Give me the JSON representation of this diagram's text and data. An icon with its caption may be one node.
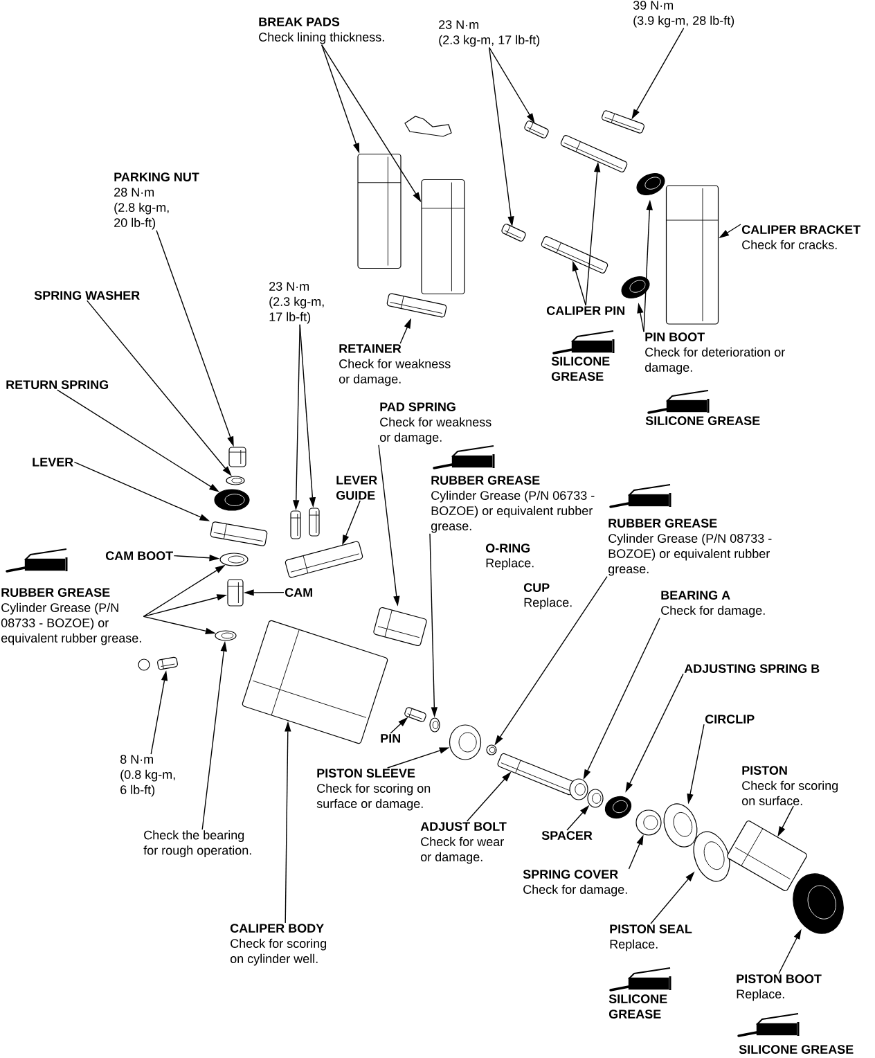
{
  "diagram": {
    "nodes": [
      {
        "text": [
          "BREAK PADS",
          "Check lining thickness."
        ]
      },
      {
        "text": [
          "23 N·m",
          "(2.3 kg-m, 17 lb-ft)"
        ]
      },
      {
        "text": [
          "39 N·m",
          "(3.9 kg-m, 28 lb-ft)"
        ]
      },
      {
        "text": [
          "CALIPER BRACKET",
          "Check for cracks."
        ]
      },
      {
        "text": [
          "CALIPER PIN"
        ]
      },
      {
        "text": [
          "PIN BOOT",
          "Check for deterioration or damage."
        ]
      },
      {
        "text": [
          "PARKING NUT",
          "28 N·m",
          "(2.8 kg-m, 20 lb-ft)"
        ]
      },
      {
        "text": [
          "SPRING WASHER"
        ]
      },
      {
        "text": [
          "RETURN SPRING"
        ]
      },
      {
        "text": [
          "LEVER"
        ]
      },
      {
        "text": [
          "23 N·m",
          "(2.3 kg-m, 17 lb-ft)"
        ]
      },
      {
        "text": [
          "RETAINER",
          "Check for weakness or damage."
        ]
      },
      {
        "text": [
          "PAD SPRING",
          "Check for weakness or damage."
        ]
      },
      {
        "text": [
          "LEVER GUIDE"
        ]
      },
      {
        "text": [
          "RUBBER GREASE",
          "Cylinder Grease (P/N 06733 - BOZOE) or equivalent rubber grease."
        ]
      },
      {
        "text": [
          "RUBBER GREASE",
          "Cylinder Grease (P/N 08733 - BOZOE) or equivalent rubber grease."
        ]
      },
      {
        "text": [
          "CAM BOOT"
        ]
      },
      {
        "text": [
          "CAM"
        ]
      },
      {
        "text": [
          "RUBBER GREASE",
          "Cylinder Grease (P/N 08733 - BOZOE) or equivalent rubber grease."
        ]
      },
      {
        "text": [
          "8 N·m",
          "(0.8 kg-m, 6 lb-ft)"
        ]
      },
      {
        "text": [
          "Check the bearing for rough operation."
        ]
      },
      {
        "text": [
          "CALIPER BODY",
          "Check for scoring on cylinder well."
        ]
      },
      {
        "text": [
          "PIN"
        ]
      },
      {
        "text": [
          "PISTON SLEEVE",
          "Check for scoring on surface or damage."
        ]
      },
      {
        "text": [
          "ADJUST BOLT",
          "Check for wear or damage."
        ]
      },
      {
        "text": [
          "BEARING A",
          "Check for damage."
        ]
      },
      {
        "text": [
          "ADJUSTING SPRING B"
        ]
      },
      {
        "text": [
          "CIRCLIP"
        ]
      },
      {
        "text": [
          "PISTON",
          "Check for scoring on surface."
        ]
      },
      {
        "text": [
          "SPACER"
        ]
      },
      {
        "text": [
          "SPRING COVER",
          "Check for damage."
        ]
      },
      {
        "text": [
          "PISTON SEAL",
          "Replace."
        ]
      },
      {
        "text": [
          "PISTON BOOT",
          "Replace."
        ]
      },
      {
        "text": [],
        "shape": "picture"
      },
      {
        "text": [],
        "shape": "picture"
      },
      {
        "text": [],
        "shape": "picture"
      },
      {
        "text": [],
        "shape": "picture"
      },
      {
        "text": [],
        "shape": "picture"
      },
      {
        "text": [],
        "shape": "picture"
      },
      {
        "text": [],
        "shape": "picture"
      },
      {
        "text": [],
        "shape": "picture"
      },
      {
        "text": [],
        "shape": "picture"
      },
      {
        "text": [],
        "shape": "picture"
      },
      {
        "text": [],
        "shape": "picture"
      },
      {
        "text": [],
        "shape": "picture"
      },
      {
        "text": [],
        "shape": "picture"
      },
      {
        "text": [],
        "shape": "picture"
      },
      {
        "text": [],
        "shape": "picture"
      },
      {
        "text": [],
        "shape": "picture"
      },
      {
        "text": [],
        "shape": "picture"
      },
      {
        "text": [],
        "shape": "picture"
      },
      {
        "text": [],
        "shape": "picture"
      },
      {
        "text": [],
        "shape": "picture"
      },
      {
        "text": [],
        "shape": "picture"
      },
      {
        "text": [],
        "shape": "picture"
      },
      {
        "text": [],
        "shape": "picture"
      },
      {
        "text": [],
        "shape": "picture"
      },
      {
        "text": [],
        "shape": "picture"
      },
      {
        "text": [],
        "shape": "picture"
      },
      {
        "text": [],
        "shape": "picture"
      },
      {
        "text": [],
        "shape": "picture"
      },
      {
        "text": [],
        "shape": "picture"
      },
      {
        "text": [],
        "shape": "picture"
      },
      {
        "text": [],
        "shape": "picture"
      },
      {
        "text": [],
        "shape": "picture"
      },
      {
        "text": [],
        "shape": "picture"
      },
      {
        "text": [],
        "shape": "picture"
      },
      {
        "text": [],
        "shape": "picture"
      },
      {
        "text": [],
        "shape": "picture"
      },
      {
        "text": [],
        "shape": "picture"
      }
    ],
    "edges": [
      {
        "from": 0,
        "to": 33,
        "arrow": "to"
      },
      {
        "from": 0,
        "to": 34,
        "arrow": "to"
      },
      {
        "from": 1,
        "to": 35,
        "arrow": "to"
      },
      {
        "from": 1,
        "to": 36,
        "arrow": "to"
      },
      {
        "from": 2,
        "to": 37,
        "arrow": "to"
      },
      {
        "from": 3,
        "to": 38,
        "arrow": "to"
      },
      {
        "from": 4,
        "to": 39,
        "arrow": "to"
      },
      {
        "from": 4,
        "to": 40,
        "arrow": "to"
      },
      {
        "from": 5,
        "to": 41,
        "arrow": "to"
      },
      {
        "from": 5,
        "to": 42,
        "arrow": "to"
      },
      {
        "from": 6,
        "to": 43,
        "arrow": "to"
      },
      {
        "from": 7,
        "to": 44,
        "arrow": "to"
      },
      {
        "from": 8,
        "to": 45,
        "arrow": "to"
      },
      {
        "from": 9,
        "to": 46,
        "arrow": "to"
      },
      {
        "from": 10,
        "to": 47,
        "arrow": "to"
      },
      {
        "from": 10,
        "to": 48,
        "arrow": "to"
      },
      {
        "from": 11,
        "to": 49,
        "arrow": "to"
      },
      {
        "from": 12,
        "to": 51,
        "arrow": "to"
      },
      {
        "from": 13,
        "to": 50,
        "arrow": "to"
      },
      {
        "from": 14,
        "to": 58,
        "arrow": "to"
      },
      {
        "from": 15,
        "to": 60,
        "arrow": "to"
      },
      {
        "from": 16,
        "to": 52,
        "arrow": "to"
      },
      {
        "from": 17,
        "to": 53,
        "arrow": "to"
      },
      {
        "from": 18,
        "to": 52,
        "arrow": "to"
      },
      {
        "from": 18,
        "to": 53,
        "arrow": "to"
      },
      {
        "from": 18,
        "to": 54,
        "arrow": "to"
      },
      {
        "from": 19,
        "to": 55,
        "arrow": "to"
      },
      {
        "from": 20,
        "to": 54,
        "arrow": "to"
      },
      {
        "from": 21,
        "to": 56,
        "arrow": "to"
      },
      {
        "from": 22,
        "to": 57,
        "arrow": "to"
      },
      {
        "from": 23,
        "to": 59,
        "arrow": "to"
      },
      {
        "from": 24,
        "to": 61,
        "arrow": "to"
      },
      {
        "from": 25,
        "to": 62,
        "arrow": "to"
      },
      {
        "from": 26,
        "to": 64,
        "arrow": "to"
      },
      {
        "from": 27,
        "to": 66,
        "arrow": "to"
      },
      {
        "from": 28,
        "to": 68,
        "arrow": "to"
      },
      {
        "from": 29,
        "to": 63,
        "arrow": "to"
      },
      {
        "from": 30,
        "to": 65,
        "arrow": "to"
      },
      {
        "from": 31,
        "to": 67,
        "arrow": "to"
      },
      {
        "from": 32,
        "to": 69,
        "arrow": "to"
      }
    ],
    "labels": [
      "SILICONE GREASE",
      "SILICONE GREASE",
      "O-RING",
      "Replace.",
      "CUP",
      "Replace.",
      "SILICONE GREASE",
      "SILICONE GREASE"
    ]
  }
}
